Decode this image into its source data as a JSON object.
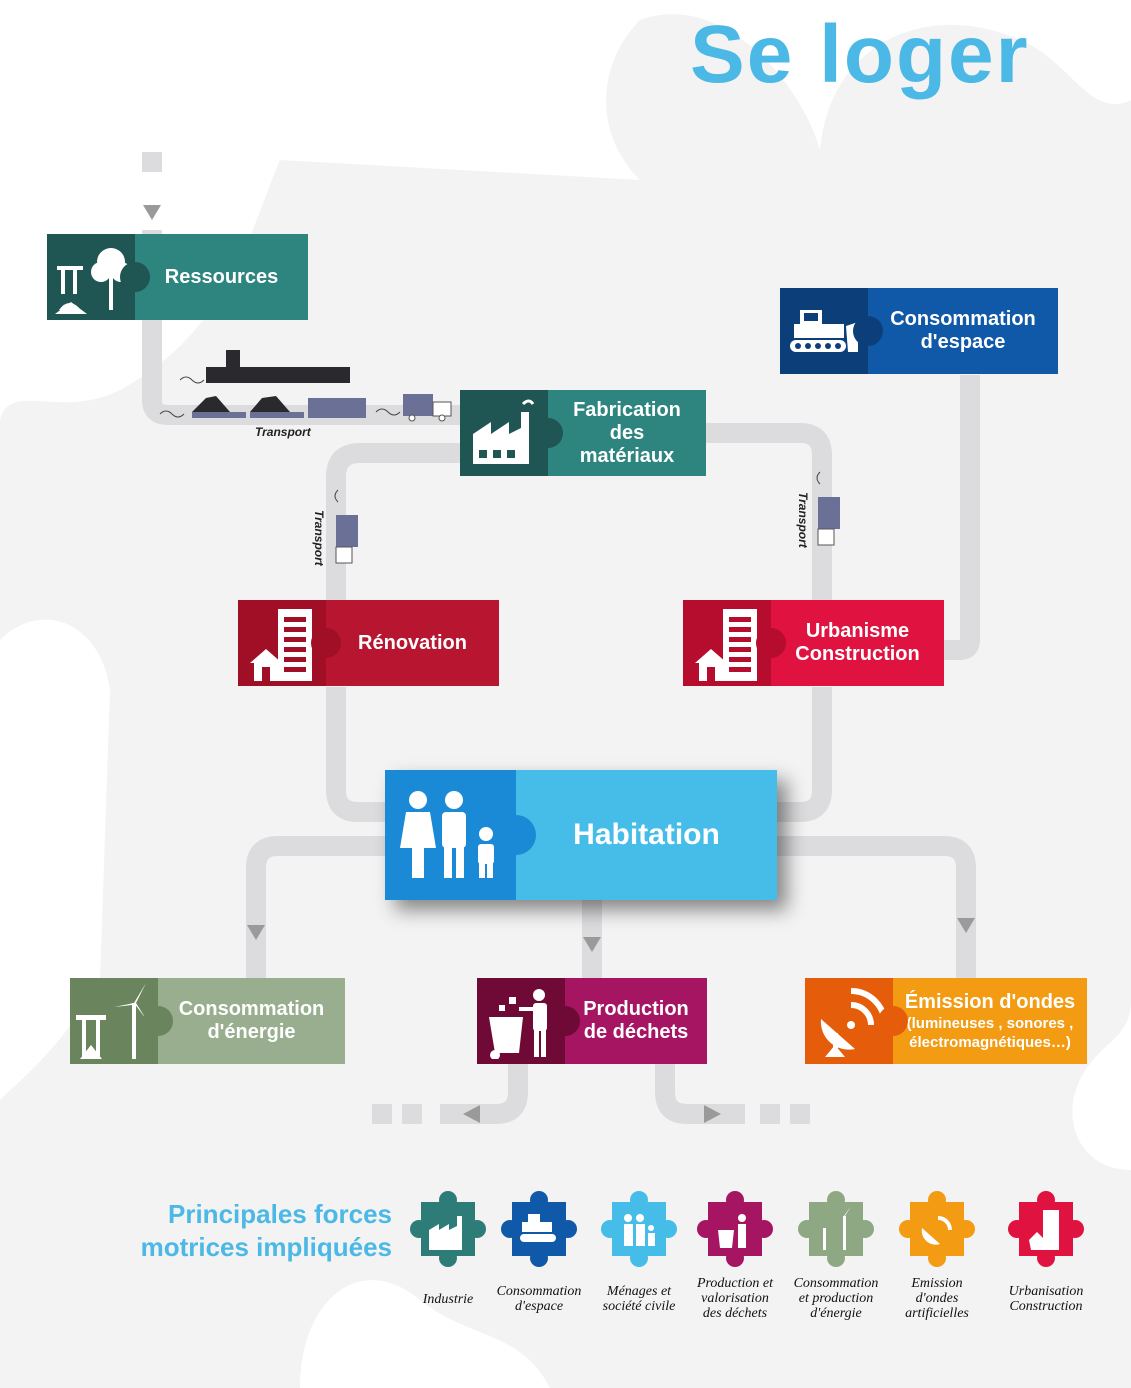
{
  "title": "Se loger",
  "nodes": {
    "ressources": {
      "label": [
        "Ressources"
      ],
      "color": "#2e8580",
      "icon_bg": "#1f5552"
    },
    "consommation_espace": {
      "label": [
        "Consommation",
        "d'espace"
      ],
      "color": "#1058a8",
      "icon_bg": "#0c3f7a"
    },
    "fabrication": {
      "label": [
        "Fabrication",
        "des",
        "matériaux"
      ],
      "color": "#2e8580",
      "icon_bg": "#1f5552"
    },
    "renovation": {
      "label": [
        "Rénovation"
      ],
      "color": "#b81531",
      "icon_bg": "#a10f26"
    },
    "urbanisme": {
      "label": [
        "Urbanisme",
        "Construction"
      ],
      "color": "#e01240",
      "icon_bg": "#b60c2e"
    },
    "habitation": {
      "label": [
        "Habitation"
      ],
      "color": "#45bde8",
      "icon_bg": "#1b8ad6"
    },
    "energie": {
      "label": [
        "Consommation",
        "d'énergie"
      ],
      "color": "#98ae8e",
      "icon_bg": "#6a845e"
    },
    "dechets": {
      "label": [
        "Production",
        "de déchets"
      ],
      "color": "#a51562",
      "icon_bg": "#6e0a35"
    },
    "ondes": {
      "label": [
        "Émission d'ondes"
      ],
      "sub": [
        "(lumineuses , sonores ,",
        "électromagnétiques…)"
      ],
      "color": "#f39b12",
      "icon_bg": "#e55d0a"
    }
  },
  "transport_label": "Transport",
  "legend": {
    "title": [
      "Principales forces",
      "motrices impliquées"
    ],
    "items": [
      {
        "caption": [
          "Industrie"
        ],
        "color": "#2e7c77",
        "icon": "factory-icon"
      },
      {
        "caption": [
          "Consommation",
          "d'espace"
        ],
        "color": "#1058a8",
        "icon": "bulldozer-icon"
      },
      {
        "caption": [
          "Ménages et",
          "société civile"
        ],
        "color": "#45bde8",
        "icon": "family-icon"
      },
      {
        "caption": [
          "Production et",
          "valorisation",
          "des déchets"
        ],
        "color": "#a51562",
        "icon": "waste-icon"
      },
      {
        "caption": [
          "Consommation",
          "et production",
          "d'énergie"
        ],
        "color": "#8fa884",
        "icon": "energy-icon"
      },
      {
        "caption": [
          "Emission",
          "d'ondes",
          "artificielles"
        ],
        "color": "#f39b12",
        "icon": "antenna-icon"
      },
      {
        "caption": [
          "Urbanisation",
          "Construction"
        ],
        "color": "#e01240",
        "icon": "building-icon"
      }
    ]
  }
}
